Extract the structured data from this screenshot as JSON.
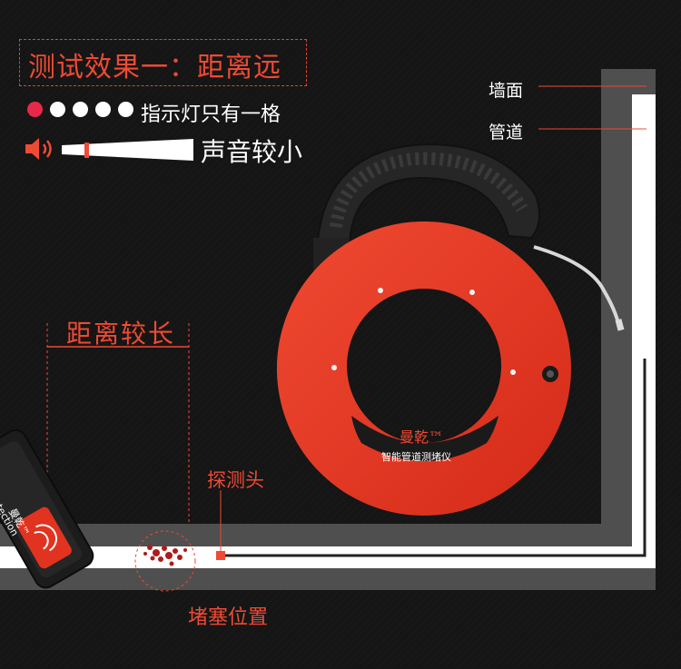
{
  "title": "测试效果一：距离远",
  "indicator": {
    "text": "指示灯只有一格",
    "lights": [
      "on",
      "off",
      "off",
      "off",
      "off"
    ],
    "colors": {
      "on": "#e8284a",
      "off": "#ffffff"
    }
  },
  "volume": {
    "text": "声音较小",
    "icon": "speaker-icon",
    "level": 0.18
  },
  "labels": {
    "distance": "距离较长",
    "probe": "探测头",
    "blockage": "堵塞位置",
    "wall": "墙面",
    "pipe": "管道"
  },
  "reel": {
    "brand": "曼乾™",
    "product": "智能管道测堵仪"
  },
  "detector": {
    "brand": "曼乾™",
    "text": "Detection"
  },
  "colors": {
    "accent": "#ef4a33",
    "reel": "#e1331f",
    "background": "#151515",
    "wall": "#4f4f4f",
    "pipe": "#ffffff"
  }
}
